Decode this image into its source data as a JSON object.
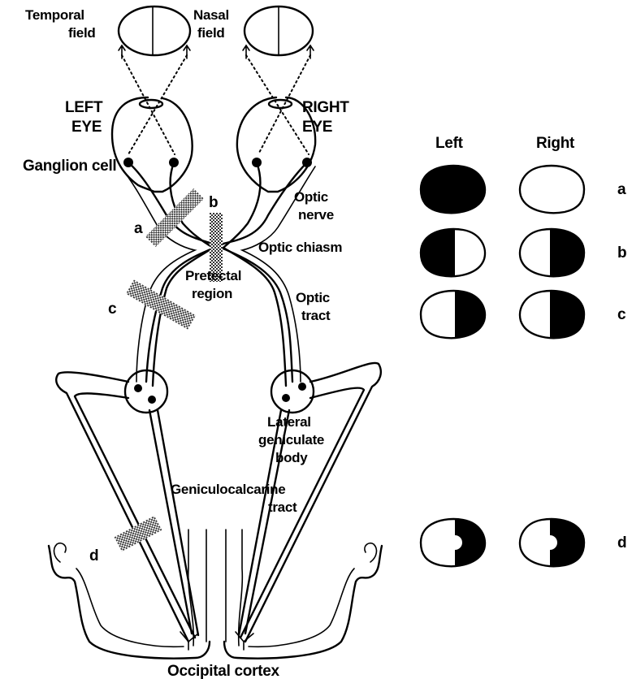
{
  "labels": {
    "temporal_field": [
      "Temporal",
      "field"
    ],
    "nasal_field": [
      "Nasal",
      "field"
    ],
    "left_eye": [
      "LEFT",
      "EYE"
    ],
    "right_eye": [
      "RIGHT",
      "EYE"
    ],
    "ganglion_cell": "Ganglion cell",
    "optic_nerve": [
      "Optic",
      "nerve"
    ],
    "optic_chiasm": "Optic chiasm",
    "pretectal_region": [
      "Pretectal",
      "region"
    ],
    "optic_tract": [
      "Optic",
      "tract"
    ],
    "lateral_geniculate_body": [
      "Lateral",
      "geniculate",
      "body"
    ],
    "geniculocalcarine_tract": [
      "Geniculocalcarine",
      "tract"
    ],
    "occipital_cortex": "Occipital cortex"
  },
  "lesion_markers": [
    "a",
    "b",
    "c",
    "d"
  ],
  "field_defects": {
    "column_headers": [
      "Left",
      "Right"
    ],
    "rows": [
      {
        "label": "a",
        "left": "complete loss",
        "right": "normal"
      },
      {
        "label": "b",
        "left": "temporal half loss",
        "right": "temporal half loss"
      },
      {
        "label": "c",
        "left": "right half loss",
        "right": "right half loss"
      },
      {
        "label": "d",
        "left": "right half loss with macular sparing",
        "right": "right half loss with macular sparing"
      }
    ]
  },
  "colors": {
    "ink": "#000000",
    "background": "#ffffff",
    "lesion_pattern": "#555555"
  }
}
